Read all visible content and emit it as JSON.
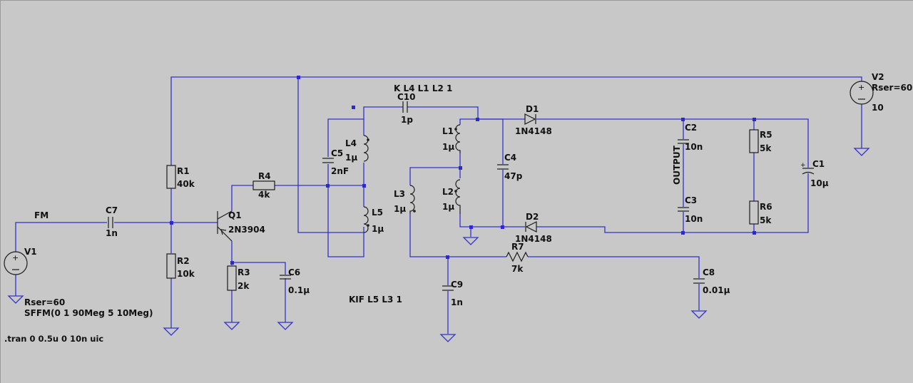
{
  "components": {
    "V1": {
      "ref": "V1",
      "rser": "Rser=60",
      "value": "SFFM(0 1 90Meg 5 10Meg)"
    },
    "V2": {
      "ref": "V2",
      "rser": "Rser=60",
      "value": "10"
    },
    "C7": {
      "ref": "C7",
      "value": "1n"
    },
    "R1": {
      "ref": "R1",
      "value": "40k"
    },
    "R2": {
      "ref": "R2",
      "value": "10k"
    },
    "Q1": {
      "ref": "Q1",
      "value": "2N3904"
    },
    "R4": {
      "ref": "R4",
      "value": "4k"
    },
    "R3": {
      "ref": "R3",
      "value": "2k"
    },
    "C6": {
      "ref": "C6",
      "value": "0.1µ"
    },
    "C5": {
      "ref": "C5",
      "value": "2nF"
    },
    "L4": {
      "ref": "L4",
      "value": "1µ"
    },
    "L5": {
      "ref": "L5",
      "value": "1µ"
    },
    "C10": {
      "ref": "C10",
      "value": "1p"
    },
    "L1": {
      "ref": "L1",
      "value": "1µ"
    },
    "L2": {
      "ref": "L2",
      "value": "1µ"
    },
    "L3": {
      "ref": "L3",
      "value": "1µ"
    },
    "C4": {
      "ref": "C4",
      "value": "47p"
    },
    "D1": {
      "ref": "D1",
      "value": "1N4148"
    },
    "D2": {
      "ref": "D2",
      "value": "1N4148"
    },
    "C2": {
      "ref": "C2",
      "value": "10n"
    },
    "C3": {
      "ref": "C3",
      "value": "10n"
    },
    "R5": {
      "ref": "R5",
      "value": "5k"
    },
    "R6": {
      "ref": "R6",
      "value": "5k"
    },
    "C1": {
      "ref": "C1",
      "value": "10µ"
    },
    "R7": {
      "ref": "R7",
      "value": "7k"
    },
    "C9": {
      "ref": "C9",
      "value": "1n"
    },
    "C8": {
      "ref": "C8",
      "value": "0.01µ"
    }
  },
  "net_labels": {
    "fm": "FM",
    "output": "OUTPUT"
  },
  "directives": {
    "k_upper": "K L4 L1 L2 1",
    "k_lower": "KIF L5 L3 1",
    "tran": ".tran 0 0.5u 0 10n uic"
  },
  "colors": {
    "background": "#c8c8c8",
    "wire": "#3333cc",
    "component": "#1c1c1c"
  }
}
